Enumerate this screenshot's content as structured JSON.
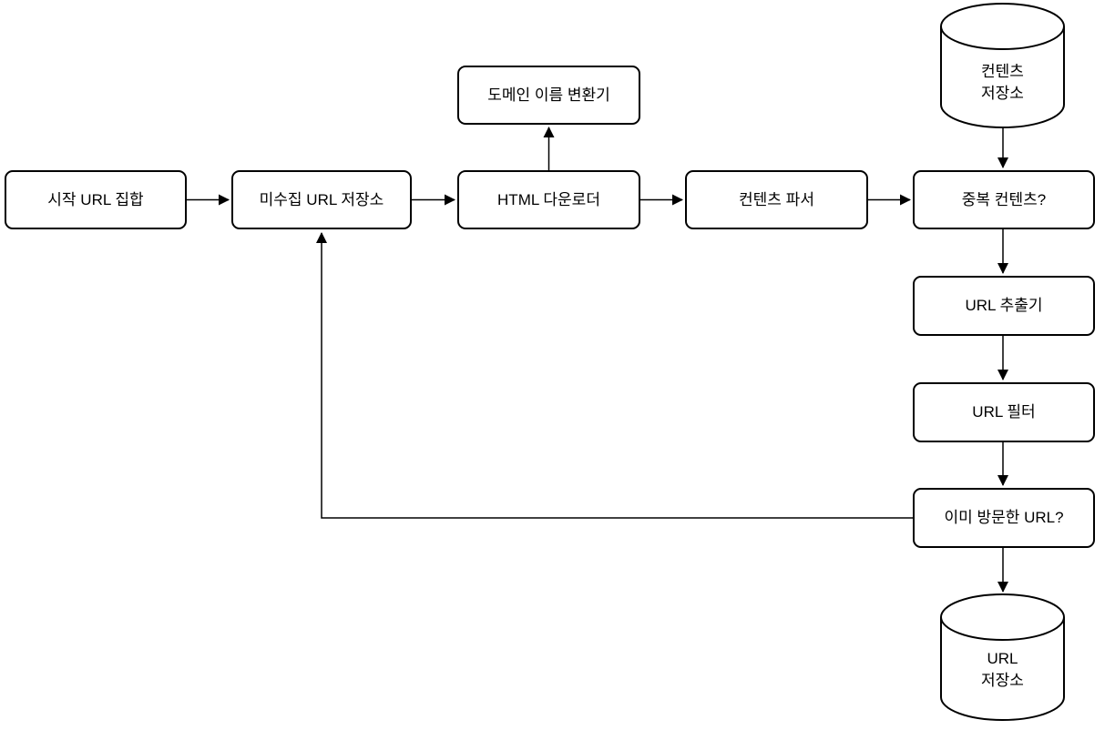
{
  "diagram": {
    "nodes": {
      "start_url_set": "시작 URL 집합",
      "unfetched_url_store": "미수집 URL 저장소",
      "html_downloader": "HTML 다운로더",
      "domain_name_resolver": "도메인 이름 변환기",
      "content_parser": "컨텐츠 파서",
      "duplicate_content_check": "중복 컨텐츠?",
      "content_storage": "컨텐츠\n저장소",
      "url_extractor": "URL 추출기",
      "url_filter": "URL 필터",
      "visited_url_check": "이미 방문한 URL?",
      "url_storage": "URL\n저장소"
    },
    "edges": [
      {
        "from": "start_url_set",
        "to": "unfetched_url_store"
      },
      {
        "from": "unfetched_url_store",
        "to": "html_downloader"
      },
      {
        "from": "html_downloader",
        "to": "domain_name_resolver"
      },
      {
        "from": "html_downloader",
        "to": "content_parser"
      },
      {
        "from": "content_parser",
        "to": "duplicate_content_check"
      },
      {
        "from": "content_storage",
        "to": "duplicate_content_check"
      },
      {
        "from": "duplicate_content_check",
        "to": "url_extractor"
      },
      {
        "from": "url_extractor",
        "to": "url_filter"
      },
      {
        "from": "url_filter",
        "to": "visited_url_check"
      },
      {
        "from": "visited_url_check",
        "to": "url_storage"
      },
      {
        "from": "visited_url_check",
        "to": "unfetched_url_store"
      }
    ],
    "colors": {
      "background": "#ffffff",
      "shape_fill": "#ffffff",
      "stroke": "#000000",
      "text": "#000000"
    }
  }
}
